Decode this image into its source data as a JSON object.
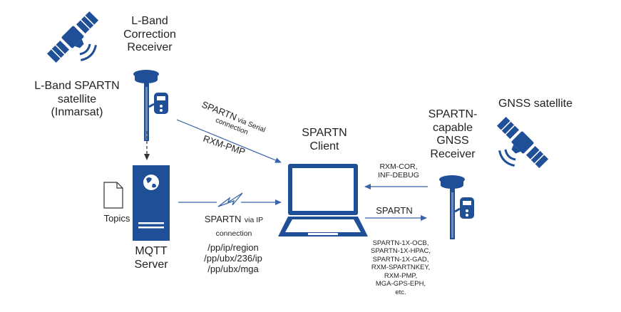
{
  "nodes": {
    "lband_satellite": [
      "L-Band SPARTN",
      "satellite",
      "(Inmarsat)"
    ],
    "lband_receiver": [
      "L-Band",
      "Correction",
      "Receiver"
    ],
    "mqtt_server": [
      "MQTT",
      "Server"
    ],
    "topics": "Topics",
    "spartn_client": [
      "SPARTN",
      "Client"
    ],
    "gnss_receiver": [
      "SPARTN-",
      "capable",
      "GNSS",
      "Receiver"
    ],
    "gnss_satellite": "GNSS satellite"
  },
  "links": {
    "serial": {
      "main": "SPARTN",
      "sub1": "via Serial",
      "sub2": "connection",
      "msg": "RXM-PMP"
    },
    "ip": {
      "main": "SPARTN",
      "sub1": "via IP",
      "sub2": "connection"
    },
    "ip_topics": [
      "/pp/ip/region",
      "/pp/ubx/236/ip",
      "/pp/ubx/mga"
    ],
    "receiver_to_client": [
      "RXM-COR,",
      "INF-DEBUG"
    ],
    "client_to_receiver": "SPARTN",
    "message_list": [
      "SPARTN-1X-OCB,",
      "SPARTN-1X-HPAC,",
      "SPARTN-1X-GAD,",
      "RXM-SPARTNKEY,",
      "RXM-PMP,",
      "MGA-GPS-EPH,",
      "etc."
    ]
  },
  "colors": {
    "device": "#1f4f96",
    "line": "#3a64aa",
    "accent": "#2f6bd0"
  }
}
